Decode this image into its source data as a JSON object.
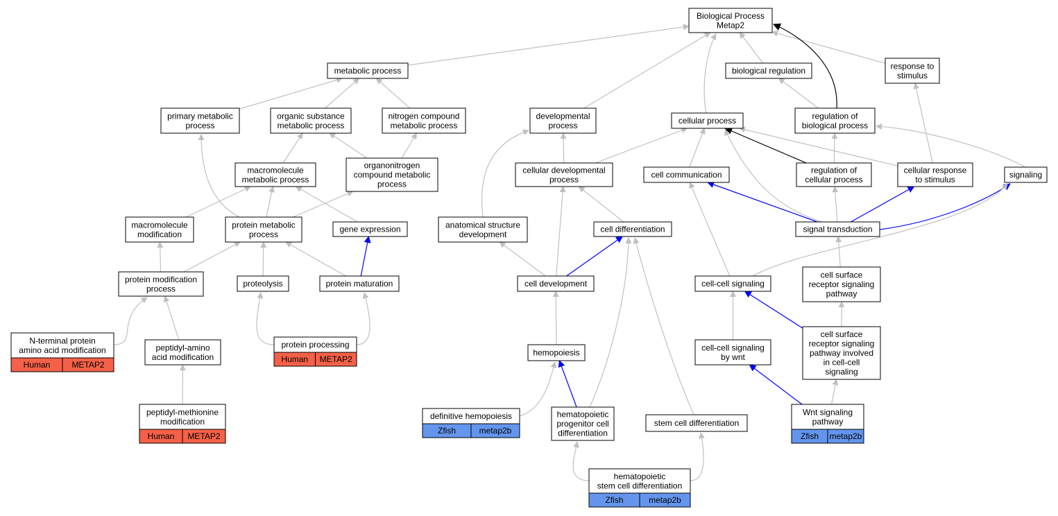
{
  "title": "Biological Process\nMetap2",
  "colors": {
    "edge_gray": "#c0c0c0",
    "edge_black": "#000000",
    "edge_blue": "#0000ff",
    "human_fill": "#f46148",
    "zfish_fill": "#6495ed"
  },
  "nodes": {
    "biological_process": {
      "label": "Biological Process\nMetap2"
    },
    "metabolic_process": {
      "label": "metabolic process"
    },
    "biological_regulation": {
      "label": "biological regulation"
    },
    "response_to_stimulus": {
      "label": "response to\nstimulus"
    },
    "primary_metabolic_process": {
      "label": "primary metabolic\nprocess"
    },
    "organic_substance_metabolic_process": {
      "label": "organic substance\nmetabolic process"
    },
    "nitrogen_compound_metabolic_process": {
      "label": "nitrogen compound\nmetabolic process"
    },
    "developmental_process": {
      "label": "developmental\nprocess"
    },
    "cellular_process": {
      "label": "cellular process"
    },
    "regulation_of_biological_process": {
      "label": "regulation of\nbiological process"
    },
    "macromolecule_metabolic_process": {
      "label": "macromolecule\nmetabolic process"
    },
    "organonitrogen_compound_metabolic_process": {
      "label": "organonitrogen\ncompound metabolic\nprocess"
    },
    "cellular_developmental_process": {
      "label": "cellular developmental\nprocess"
    },
    "cell_communication": {
      "label": "cell communication"
    },
    "regulation_of_cellular_process": {
      "label": "regulation of\ncellular process"
    },
    "cellular_response_to_stimulus": {
      "label": "cellular response\nto stimulus"
    },
    "signaling": {
      "label": "signaling"
    },
    "macromolecule_modification": {
      "label": "macromolecule\nmodification"
    },
    "protein_metabolic_process": {
      "label": "protein metabolic\nprocess"
    },
    "gene_expression": {
      "label": "gene expression"
    },
    "anatomical_structure_development": {
      "label": "anatomical structure\ndevelopment"
    },
    "cell_differentiation": {
      "label": "cell differentiation"
    },
    "signal_transduction": {
      "label": "signal transduction"
    },
    "protein_modification_process": {
      "label": "protein modification\nprocess"
    },
    "proteolysis": {
      "label": "proteolysis"
    },
    "protein_maturation": {
      "label": "protein maturation"
    },
    "cell_development": {
      "label": "cell development"
    },
    "cell_cell_signaling": {
      "label": "cell-cell signaling"
    },
    "cell_surface_receptor_signaling_pathway": {
      "label": "cell surface\nreceptor signaling\npathway"
    },
    "n_terminal_protein_amino_acid_modification": {
      "label": "N-terminal protein\namino acid modification",
      "species": "Human",
      "gene": "METAP2"
    },
    "peptidyl_amino_acid_modification": {
      "label": "peptidyl-amino\nacid modification"
    },
    "protein_processing": {
      "label": "protein processing",
      "species": "Human",
      "gene": "METAP2"
    },
    "hemopoiesis": {
      "label": "hemopoiesis"
    },
    "cell_cell_signaling_by_wnt": {
      "label": "cell-cell signaling\nby wnt"
    },
    "cell_surface_receptor_signaling_pathway_cell_cell": {
      "label": "cell surface\nreceptor signaling\npathway involved\nin cell-cell\nsignaling"
    },
    "peptidyl_methionine_modification": {
      "label": "peptidyl-methionine\nmodification",
      "species": "Human",
      "gene": "METAP2"
    },
    "definitive_hemopoiesis": {
      "label": "definitive hemopoiesis",
      "species": "Zfish",
      "gene": "metap2b"
    },
    "hematopoietic_progenitor_cell_differentiation": {
      "label": "hematopoietic\nprogenitor cell\ndifferentiation"
    },
    "stem_cell_differentiation": {
      "label": "stem cell differentiation"
    },
    "wnt_signaling_pathway": {
      "label": "Wnt signaling\npathway",
      "species": "Zfish",
      "gene": "metap2b"
    },
    "hematopoietic_stem_cell_differentiation": {
      "label": "hematopoietic\nstem cell differentiation",
      "species": "Zfish",
      "gene": "metap2b"
    }
  },
  "edges": [
    {
      "from": "metabolic_process",
      "to": "biological_process",
      "color": "gray"
    },
    {
      "from": "developmental_process",
      "to": "biological_process",
      "color": "gray"
    },
    {
      "from": "cellular_process",
      "to": "biological_process",
      "color": "gray"
    },
    {
      "from": "biological_regulation",
      "to": "biological_process",
      "color": "gray"
    },
    {
      "from": "response_to_stimulus",
      "to": "biological_process",
      "color": "gray"
    },
    {
      "from": "regulation_of_biological_process",
      "to": "biological_process",
      "color": "black"
    },
    {
      "from": "regulation_of_biological_process",
      "to": "biological_regulation",
      "color": "gray"
    },
    {
      "from": "organic_substance_metabolic_process",
      "to": "metabolic_process",
      "color": "gray"
    },
    {
      "from": "primary_metabolic_process",
      "to": "metabolic_process",
      "color": "gray"
    },
    {
      "from": "nitrogen_compound_metabolic_process",
      "to": "metabolic_process",
      "color": "gray"
    },
    {
      "from": "macromolecule_metabolic_process",
      "to": "organic_substance_metabolic_process",
      "color": "gray"
    },
    {
      "from": "organonitrogen_compound_metabolic_process",
      "to": "organic_substance_metabolic_process",
      "color": "gray"
    },
    {
      "from": "organonitrogen_compound_metabolic_process",
      "to": "nitrogen_compound_metabolic_process",
      "color": "gray"
    },
    {
      "from": "macromolecule_modification",
      "to": "macromolecule_metabolic_process",
      "color": "gray"
    },
    {
      "from": "protein_metabolic_process",
      "to": "macromolecule_metabolic_process",
      "color": "gray"
    },
    {
      "from": "gene_expression",
      "to": "macromolecule_metabolic_process",
      "color": "gray"
    },
    {
      "from": "protein_metabolic_process",
      "to": "primary_metabolic_process",
      "color": "gray"
    },
    {
      "from": "protein_metabolic_process",
      "to": "organonitrogen_compound_metabolic_process",
      "color": "gray"
    },
    {
      "from": "protein_modification_process",
      "to": "macromolecule_modification",
      "color": "gray"
    },
    {
      "from": "protein_modification_process",
      "to": "protein_metabolic_process",
      "color": "gray"
    },
    {
      "from": "proteolysis",
      "to": "protein_metabolic_process",
      "color": "gray"
    },
    {
      "from": "protein_maturation",
      "to": "protein_metabolic_process",
      "color": "gray"
    },
    {
      "from": "protein_maturation",
      "to": "gene_expression",
      "color": "blue"
    },
    {
      "from": "n_terminal_protein_amino_acid_modification",
      "to": "protein_modification_process",
      "color": "gray"
    },
    {
      "from": "peptidyl_amino_acid_modification",
      "to": "protein_modification_process",
      "color": "gray"
    },
    {
      "from": "peptidyl_methionine_modification",
      "to": "peptidyl_amino_acid_modification",
      "color": "gray"
    },
    {
      "from": "protein_processing",
      "to": "proteolysis",
      "color": "gray"
    },
    {
      "from": "protein_processing",
      "to": "protein_maturation",
      "color": "gray"
    },
    {
      "from": "cellular_developmental_process",
      "to": "developmental_process",
      "color": "gray"
    },
    {
      "from": "anatomical_structure_development",
      "to": "developmental_process",
      "color": "gray"
    },
    {
      "from": "cellular_developmental_process",
      "to": "cellular_process",
      "color": "gray"
    },
    {
      "from": "cell_differentiation",
      "to": "cellular_developmental_process",
      "color": "gray"
    },
    {
      "from": "cell_development",
      "to": "cellular_developmental_process",
      "color": "gray"
    },
    {
      "from": "cell_development",
      "to": "anatomical_structure_development",
      "color": "gray"
    },
    {
      "from": "cell_development",
      "to": "cell_differentiation",
      "color": "blue"
    },
    {
      "from": "hemopoiesis",
      "to": "cell_development",
      "color": "gray"
    },
    {
      "from": "definitive_hemopoiesis",
      "to": "hemopoiesis",
      "color": "gray"
    },
    {
      "from": "hematopoietic_progenitor_cell_differentiation",
      "to": "hemopoiesis",
      "color": "blue"
    },
    {
      "from": "hematopoietic_progenitor_cell_differentiation",
      "to": "cell_differentiation",
      "color": "gray"
    },
    {
      "from": "stem_cell_differentiation",
      "to": "cell_differentiation",
      "color": "gray"
    },
    {
      "from": "hematopoietic_stem_cell_differentiation",
      "to": "hematopoietic_progenitor_cell_differentiation",
      "color": "gray"
    },
    {
      "from": "hematopoietic_stem_cell_differentiation",
      "to": "stem_cell_differentiation",
      "color": "gray"
    },
    {
      "from": "cell_communication",
      "to": "cellular_process",
      "color": "gray"
    },
    {
      "from": "regulation_of_cellular_process",
      "to": "cellular_process",
      "color": "black"
    },
    {
      "from": "regulation_of_cellular_process",
      "to": "regulation_of_biological_process",
      "color": "gray"
    },
    {
      "from": "cellular_response_to_stimulus",
      "to": "cellular_process",
      "color": "gray"
    },
    {
      "from": "cellular_response_to_stimulus",
      "to": "response_to_stimulus",
      "color": "gray"
    },
    {
      "from": "signaling",
      "to": "regulation_of_biological_process",
      "color": "gray"
    },
    {
      "from": "signal_transduction",
      "to": "cellular_process",
      "color": "gray"
    },
    {
      "from": "signal_transduction",
      "to": "regulation_of_cellular_process",
      "color": "gray"
    },
    {
      "from": "signal_transduction",
      "to": "cell_communication",
      "color": "blue"
    },
    {
      "from": "signal_transduction",
      "to": "cellular_response_to_stimulus",
      "color": "blue"
    },
    {
      "from": "signal_transduction",
      "to": "signaling",
      "color": "blue"
    },
    {
      "from": "cell_surface_receptor_signaling_pathway",
      "to": "signal_transduction",
      "color": "gray"
    },
    {
      "from": "cell_cell_signaling",
      "to": "cell_communication",
      "color": "gray"
    },
    {
      "from": "cell_cell_signaling",
      "to": "signaling",
      "color": "gray"
    },
    {
      "from": "cell_cell_signaling_by_wnt",
      "to": "cell_cell_signaling",
      "color": "gray"
    },
    {
      "from": "cell_surface_receptor_signaling_pathway_cell_cell",
      "to": "cell_cell_signaling",
      "color": "blue"
    },
    {
      "from": "cell_surface_receptor_signaling_pathway_cell_cell",
      "to": "cell_surface_receptor_signaling_pathway",
      "color": "gray"
    },
    {
      "from": "wnt_signaling_pathway",
      "to": "cell_cell_signaling_by_wnt",
      "color": "blue"
    },
    {
      "from": "wnt_signaling_pathway",
      "to": "cell_surface_receptor_signaling_pathway_cell_cell",
      "color": "gray"
    }
  ]
}
